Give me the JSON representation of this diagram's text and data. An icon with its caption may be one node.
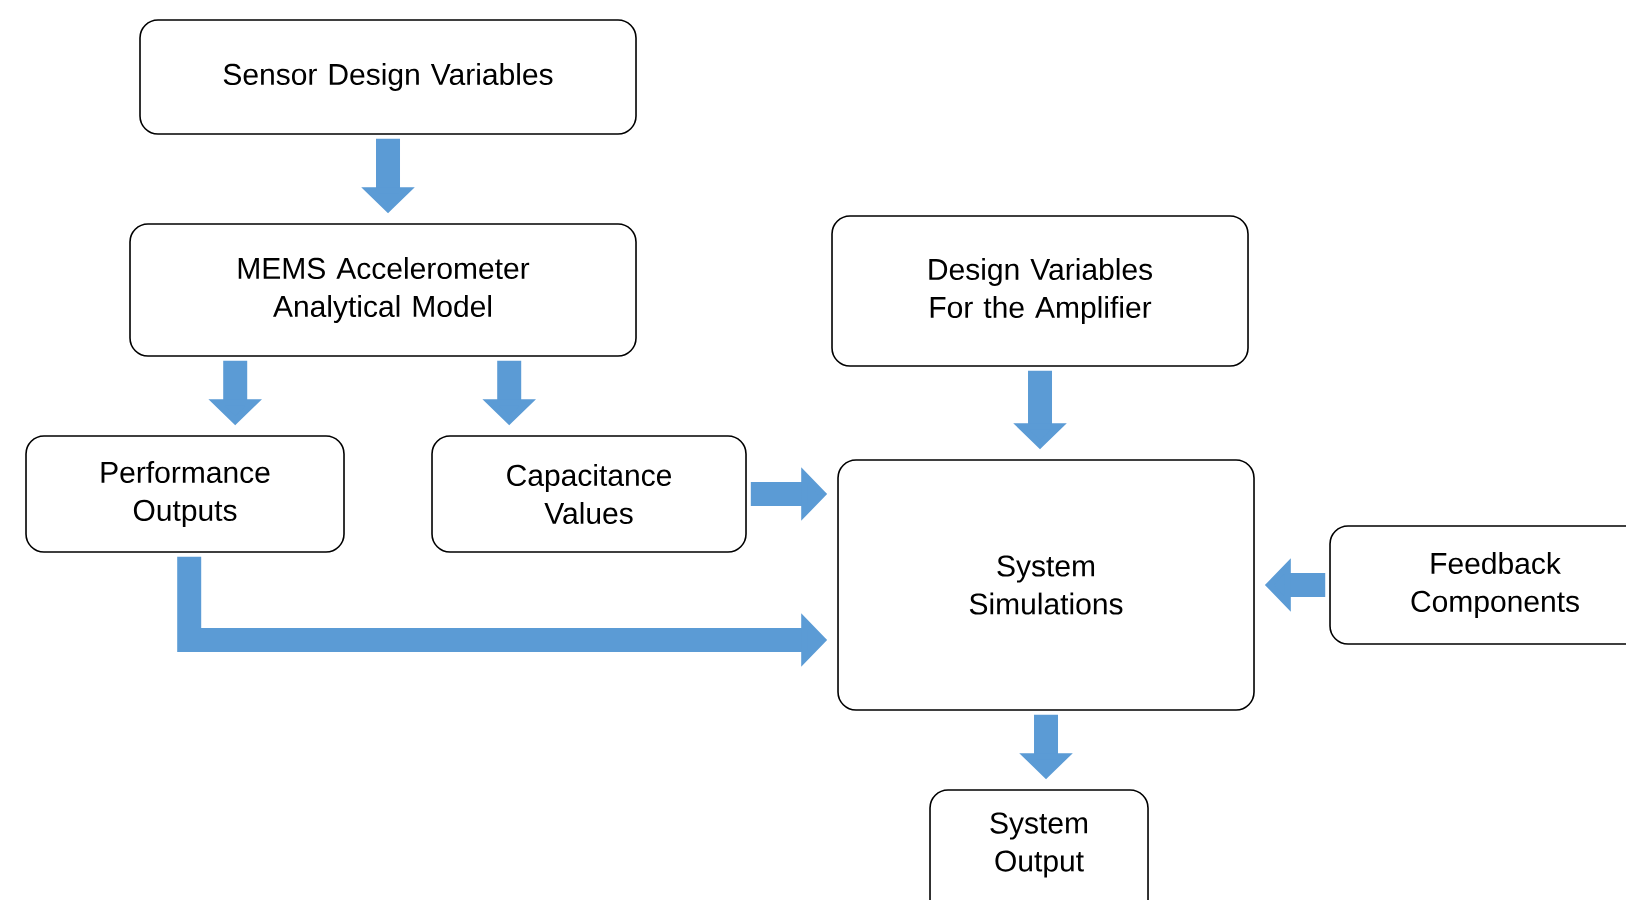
{
  "diagram": {
    "nodes": [
      {
        "text": [
          "Sensor Design Variables"
        ]
      },
      {
        "text": [
          "MEMS Accelerometer Analytical Model"
        ]
      },
      {
        "text": [
          "Performance Outputs"
        ]
      },
      {
        "text": [
          "Capacitance Values"
        ]
      },
      {
        "text": [
          "Design Variables For the Amplifier"
        ]
      },
      {
        "text": [
          "System Simulations"
        ]
      },
      {
        "text": [
          "Feedback Components"
        ]
      },
      {
        "text": [
          "System Output"
        ]
      }
    ],
    "edges": [
      {
        "from": 0,
        "to": 1,
        "arrow": "to"
      },
      {
        "from": 1,
        "to": 2,
        "arrow": "to"
      },
      {
        "from": 1,
        "to": 3,
        "arrow": "to"
      },
      {
        "from": 3,
        "to": 5,
        "arrow": "to"
      },
      {
        "from": 4,
        "to": 5,
        "arrow": "to"
      },
      {
        "from": 6,
        "to": 5,
        "arrow": "to"
      },
      {
        "from": 2,
        "to": 5,
        "arrow": "to"
      },
      {
        "from": 5,
        "to": 7,
        "arrow": "to"
      }
    ]
  }
}
